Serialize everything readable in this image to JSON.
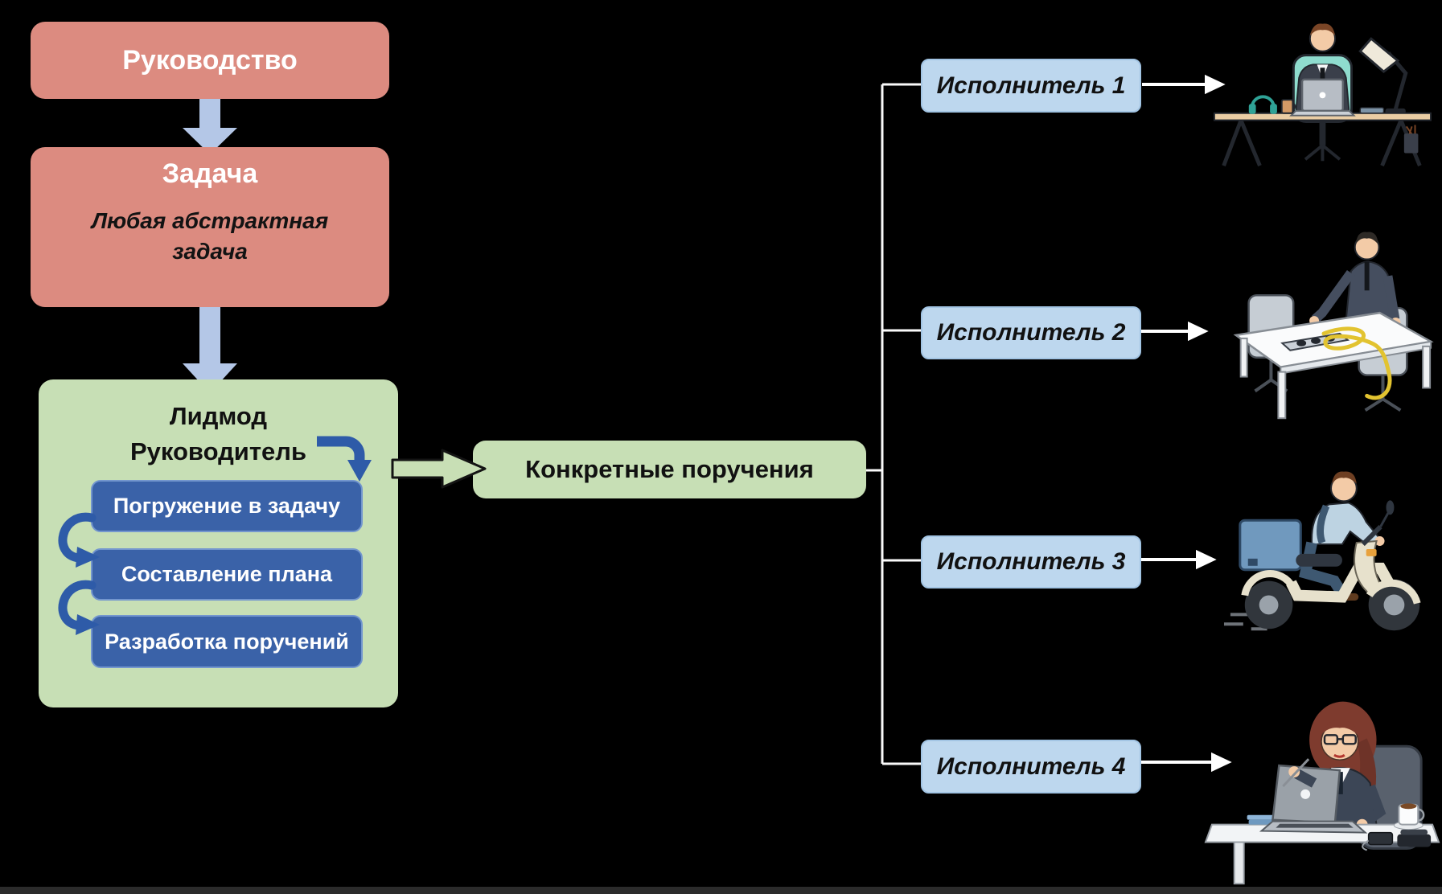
{
  "diagram": {
    "leadership": {
      "label": "Руководство"
    },
    "task": {
      "title": "Задача",
      "subtitle": "Любая абстрактная задача"
    },
    "lidmod": {
      "title_line1": "Лидмод",
      "title_line2": "Руководитель",
      "steps": [
        "Погружение в задачу",
        "Составление плана",
        "Разработка поручений"
      ]
    },
    "orders": {
      "label": "Конкретные поручения"
    },
    "executors": [
      {
        "label": "Исполнитель 1",
        "illustration": "man-at-desk-with-laptop"
      },
      {
        "label": "Исполнитель 2",
        "illustration": "man-arranging-cable-on-table"
      },
      {
        "label": "Исполнитель 3",
        "illustration": "delivery-man-on-scooter"
      },
      {
        "label": "Исполнитель 4",
        "illustration": "woman-at-desk-with-laptop"
      }
    ],
    "colors": {
      "background": "#000000",
      "salmon_box": "#DC8B80",
      "light_blue_arrow": "#B4C7E7",
      "green_box": "#C7DFB5",
      "dark_blue_step": "#3A62A8",
      "pale_blue_box": "#BDD7EE",
      "curved_arrow_blue": "#2E5BA8",
      "connector_white": "#FFFFFF"
    }
  }
}
